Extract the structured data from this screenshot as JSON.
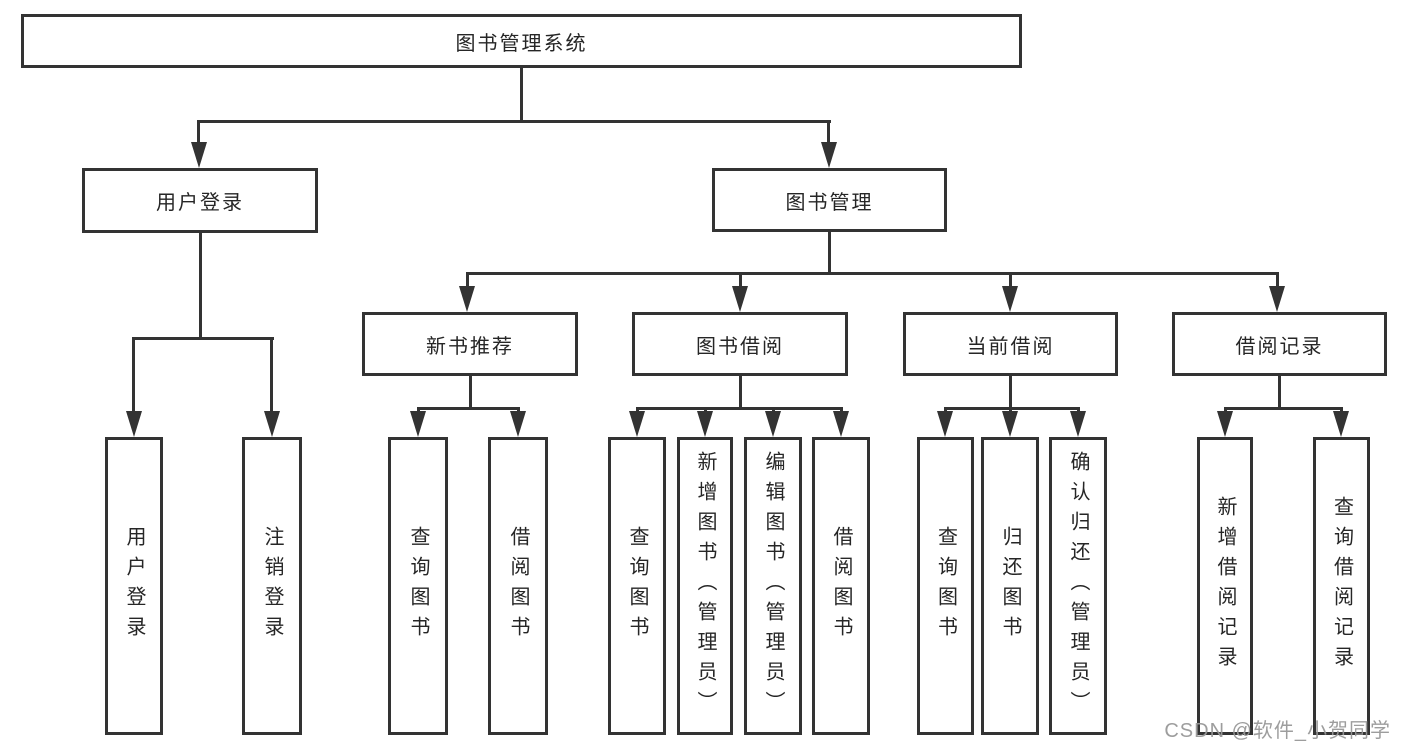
{
  "title": "图书管理系统",
  "tree": {
    "root": {
      "label": "图书管理系统"
    },
    "branches": [
      {
        "label": "用户登录",
        "children": [
          {
            "label": "用户登录"
          },
          {
            "label": "注销登录"
          }
        ]
      },
      {
        "label": "图书管理",
        "groups": [
          {
            "label": "新书推荐",
            "children": [
              {
                "label": "查询图书"
              },
              {
                "label": "借阅图书"
              }
            ]
          },
          {
            "label": "图书借阅",
            "children": [
              {
                "label": "查询图书"
              },
              {
                "label": "新增图书（管理员）"
              },
              {
                "label": "编辑图书（管理员）"
              },
              {
                "label": "借阅图书"
              }
            ]
          },
          {
            "label": "当前借阅",
            "children": [
              {
                "label": "查询图书"
              },
              {
                "label": "归还图书"
              },
              {
                "label": "确认归还（管理员）"
              }
            ]
          },
          {
            "label": "借阅记录",
            "children": [
              {
                "label": "新增借阅记录"
              },
              {
                "label": "查询借阅记录"
              }
            ]
          }
        ]
      }
    ]
  },
  "watermark": "CSDN @软件_小贺同学",
  "colors": {
    "line": "#333333",
    "text": "#262626",
    "watermark": "#989898",
    "background": "#ffffff"
  }
}
